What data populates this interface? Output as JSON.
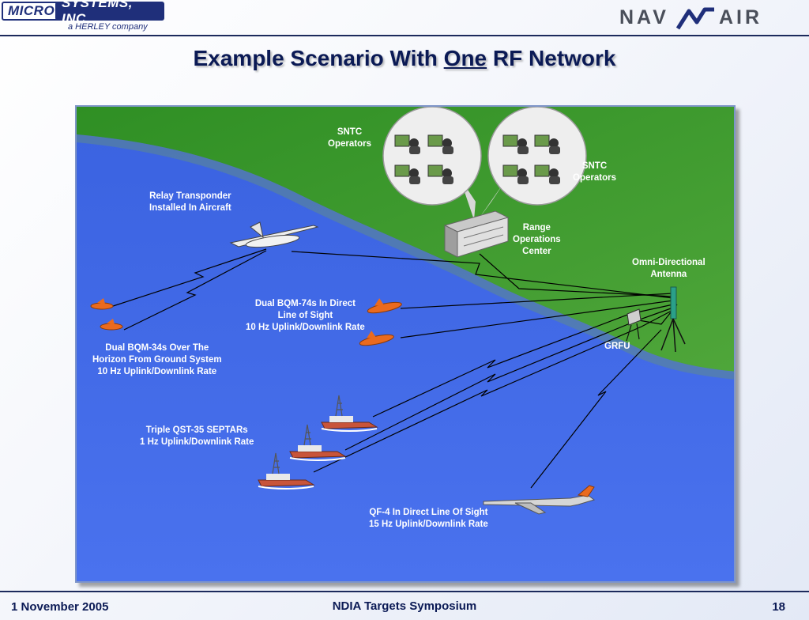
{
  "header": {
    "logo_micro": "MICRO",
    "logo_systems": "SYSTEMS, INC.",
    "logo_tagline": "a HERLEY company",
    "navair_left": "NAV",
    "navair_right": "AIR"
  },
  "title": {
    "prefix": "Example Scenario With",
    "emphasis": "One",
    "suffix": "RF Network"
  },
  "diagram": {
    "sntc_left": [
      "SNTC",
      "Operators"
    ],
    "sntc_right": [
      "SNTC",
      "Operators"
    ],
    "range_ops": [
      "Range",
      "Operations",
      "Center"
    ],
    "omni": [
      "Omni-Directional",
      "Antenna"
    ],
    "grfu": "GRFU",
    "relay": [
      "Relay Transponder",
      "Installed In Aircraft"
    ],
    "bqm74": [
      "Dual BQM-74s In Direct",
      "Line of Sight",
      "10 Hz Uplink/Downlink Rate"
    ],
    "bqm34": [
      "Dual BQM-34s Over The",
      "Horizon From Ground System",
      "10 Hz Uplink/Downlink Rate"
    ],
    "septar": [
      "Triple QST-35 SEPTARs",
      "1 Hz Uplink/Downlink Rate"
    ],
    "qf4": [
      "QF-4 In Direct Line Of Sight",
      "15 Hz Uplink/Downlink Rate"
    ],
    "colors": {
      "land": "#3f9a2a",
      "sea": "#3f67e6",
      "target_drone": "#ea6a1e",
      "link_line": "#000000"
    }
  },
  "footer": {
    "date": "1 November 2005",
    "event": "NDIA Targets Symposium",
    "page": "18"
  }
}
